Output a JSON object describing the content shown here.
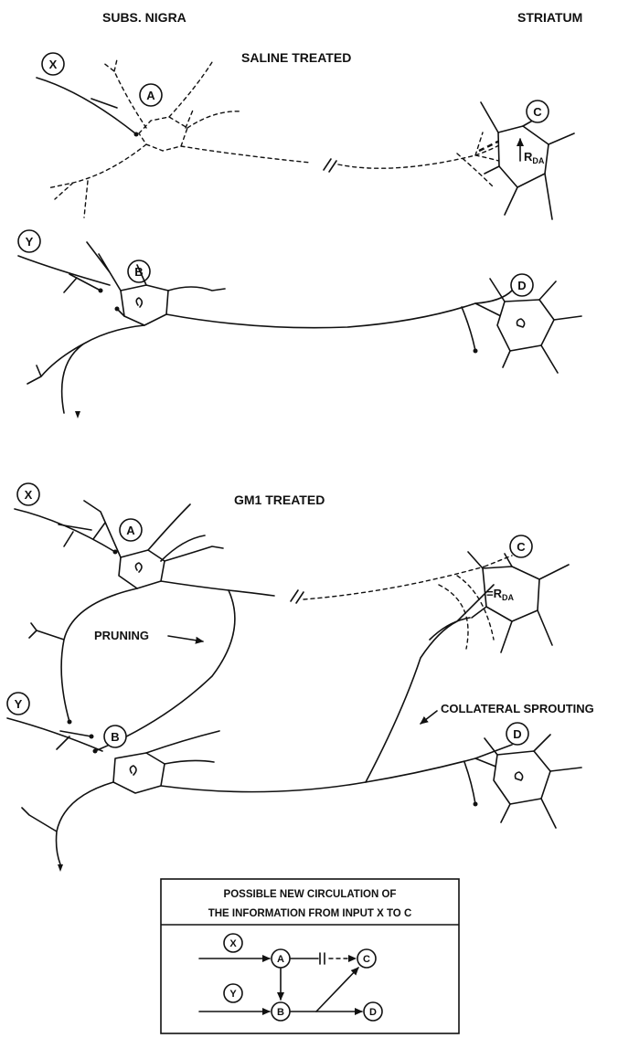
{
  "header": {
    "left_region": "SUBS. NIGRA",
    "right_region": "STRIATUM"
  },
  "saline_panel": {
    "title": "SALINE TREATED",
    "inputs": [
      "X",
      "Y"
    ],
    "neurons": [
      "A",
      "B",
      "C",
      "D"
    ],
    "receptor_prefix": "R",
    "receptor_sub": "DA"
  },
  "gm1_panel": {
    "title": "GM1 TREATED",
    "inputs": [
      "X",
      "Y"
    ],
    "neurons": [
      "A",
      "B",
      "C",
      "D"
    ],
    "pruning_label": "PRUNING",
    "sprouting_label": "COLLATERAL SPROUTING",
    "receptor_prefix": "R",
    "receptor_sub": "DA"
  },
  "schema_box": {
    "title_line1": "POSSIBLE NEW CIRCULATION OF",
    "title_line2": "THE INFORMATION FROM INPUT X TO C",
    "nodes": [
      "X",
      "A",
      "C",
      "Y",
      "B",
      "D"
    ]
  }
}
